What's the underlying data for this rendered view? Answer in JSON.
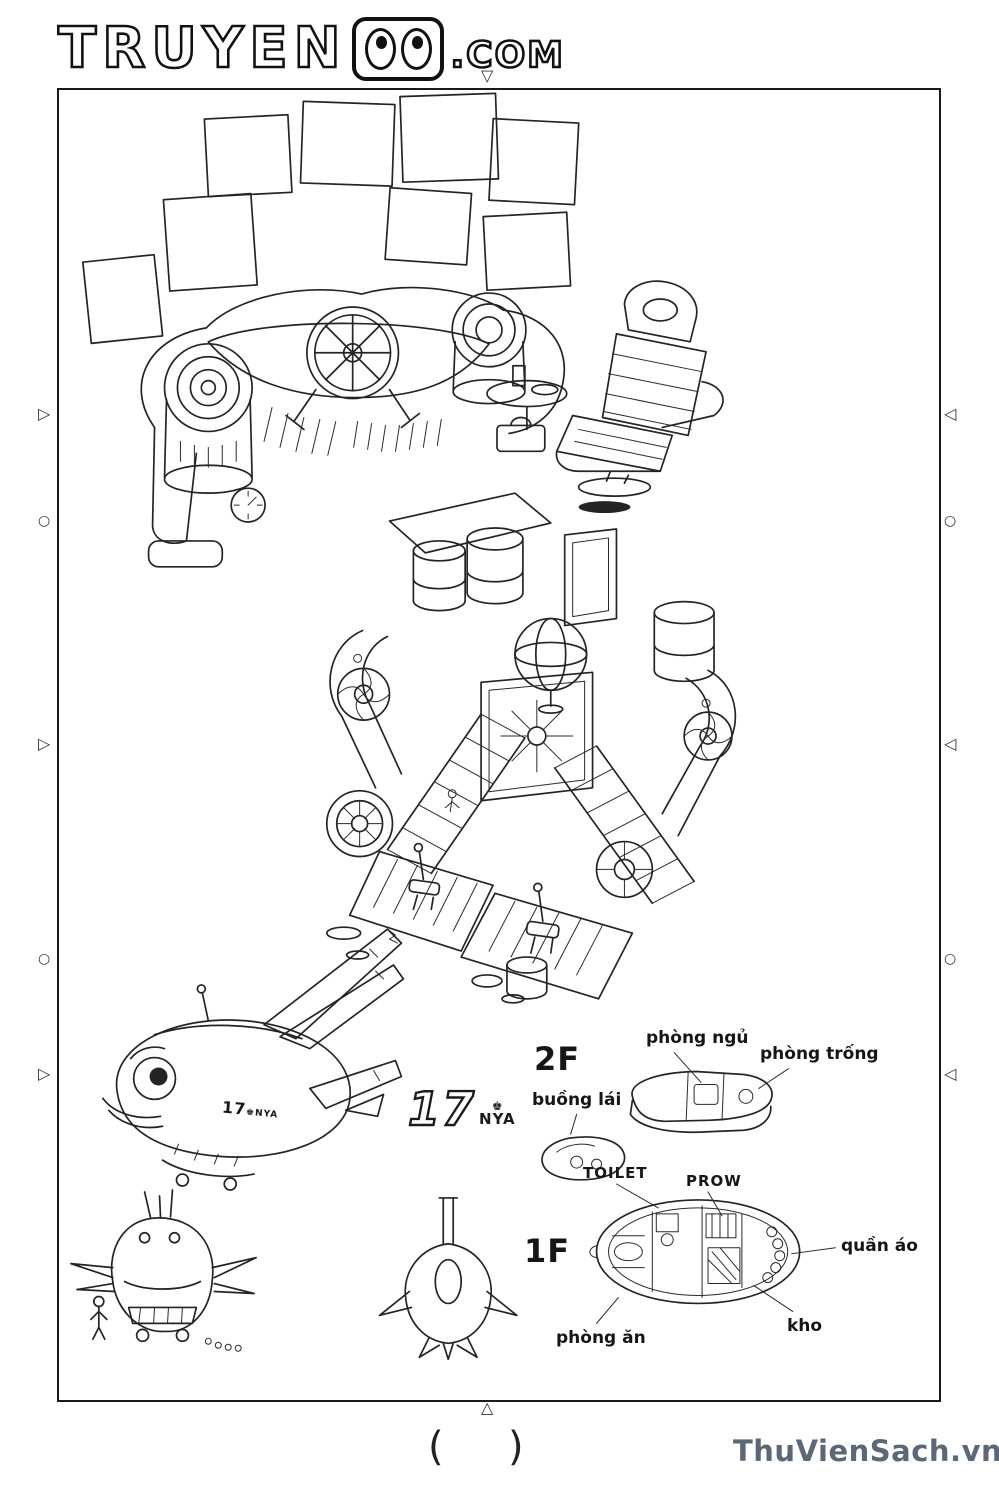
{
  "site": {
    "logo_part1": "TRUYEN",
    "logo_part3": ".COM"
  },
  "marks": {
    "triangle_right": "▷",
    "triangle_left": "◁",
    "triangle_down": "▽",
    "triangle_up": "△",
    "circle": "○"
  },
  "panel": {
    "labels": {
      "floor_2f": "2F",
      "cockpit": "buồng lái",
      "bedroom": "phòng ngủ",
      "empty_room": "phòng trống",
      "toilet": "TOILET",
      "prow": "PROW",
      "clothes": "quần áo",
      "floor_1f": "1F",
      "dining_room": "phòng ăn",
      "storage": "kho"
    },
    "plane": {
      "logo_number": "17",
      "logo_suffix": "NYA",
      "body_number": "17",
      "body_suffix": "NYA",
      "crown_icon": "♚"
    }
  },
  "footer": {
    "paren_open": "(",
    "paren_close": ")",
    "watermark": "ThuVienSach.vn"
  },
  "colors": {
    "ink": "#242424",
    "watermark": "#5c6875"
  }
}
